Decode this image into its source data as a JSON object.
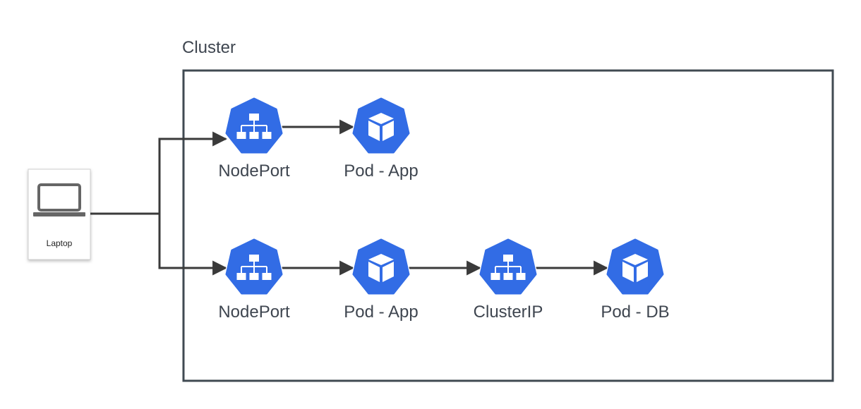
{
  "cluster": {
    "label": "Cluster",
    "border_color": "#404a52"
  },
  "client": {
    "label": "Laptop",
    "icon": "laptop-icon"
  },
  "nodes": [
    {
      "id": "nodeport-1",
      "label": "NodePort",
      "kind": "service",
      "icon": "service-network-icon"
    },
    {
      "id": "pod-app-1",
      "label": "Pod - App",
      "kind": "pod",
      "icon": "pod-cube-icon"
    },
    {
      "id": "nodeport-2",
      "label": "NodePort",
      "kind": "service",
      "icon": "service-network-icon"
    },
    {
      "id": "pod-app-2",
      "label": "Pod - App",
      "kind": "pod",
      "icon": "pod-cube-icon"
    },
    {
      "id": "clusterip",
      "label": "ClusterIP",
      "kind": "service",
      "icon": "service-network-icon"
    },
    {
      "id": "pod-db",
      "label": "Pod - DB",
      "kind": "pod",
      "icon": "pod-cube-icon"
    }
  ],
  "edges": [
    {
      "from": "laptop",
      "to": "nodeport-1"
    },
    {
      "from": "laptop",
      "to": "nodeport-2"
    },
    {
      "from": "nodeport-1",
      "to": "pod-app-1"
    },
    {
      "from": "nodeport-2",
      "to": "pod-app-2"
    },
    {
      "from": "pod-app-2",
      "to": "clusterip"
    },
    {
      "from": "clusterip",
      "to": "pod-db"
    }
  ],
  "colors": {
    "node_fill": "#326ce5",
    "edge": "#3a3a3a",
    "label": "#3f4650"
  }
}
